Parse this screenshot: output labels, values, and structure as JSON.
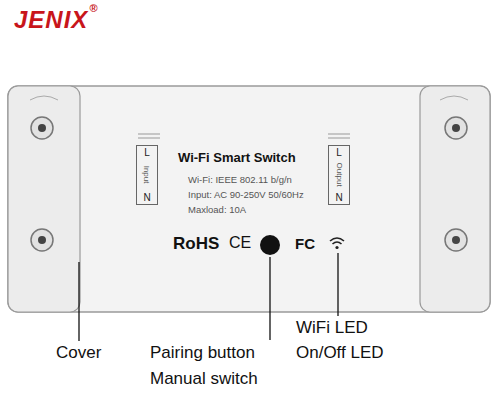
{
  "diagram": {
    "nodes": [
      {
        "text": [
          "Wi-Fi Smart Switch",
          "Wi-Fi: IEEE 802.11 b/g/n",
          "Input: AC 90-250V 50/60Hz",
          "Maxload: 10A",
          "RoHS",
          "CE",
          "FC"
        ]
      },
      {
        "text": [
          "L",
          "Input",
          "N"
        ],
        "in": 0
      },
      {
        "text": [
          "L",
          "Output",
          "N"
        ],
        "in": 0
      }
    ],
    "edges": [],
    "labels": [
      "JENIX",
      "®",
      "Cover",
      "Pairing button",
      "Manual switch",
      "WiFi LED",
      "On/Off LED"
    ]
  }
}
